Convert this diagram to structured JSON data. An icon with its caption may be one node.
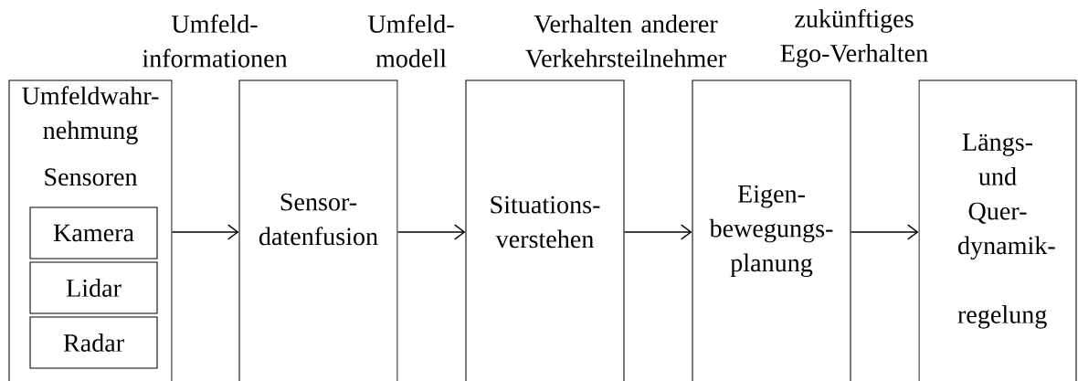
{
  "diagram": {
    "nodes": [
      {
        "text": [
          "Umfeldwahr- nehmung",
          "Sensoren"
        ]
      },
      {
        "text": [
          "Kamera"
        ],
        "in": 0
      },
      {
        "text": [
          "Lidar"
        ],
        "in": 0
      },
      {
        "text": [
          "Radar"
        ],
        "in": 0
      },
      {
        "text": [
          "Sensor- datenfusion"
        ]
      },
      {
        "text": [
          "Situations- verstehen"
        ]
      },
      {
        "text": [
          "Eigen- bewegungs- planung"
        ]
      },
      {
        "text": [
          "Längs- und Quer- dynamik- regelung"
        ]
      }
    ],
    "edges": [
      {
        "from": 0,
        "to": 4,
        "arrow": "to"
      },
      {
        "from": 4,
        "to": 5,
        "arrow": "to"
      },
      {
        "from": 5,
        "to": 6,
        "arrow": "to"
      },
      {
        "from": 6,
        "to": 7,
        "arrow": "to"
      }
    ],
    "labels": [
      "Umfeld- informationen",
      "Umfeld- modell",
      "Verhalten anderer Verkehrsteilnehmer",
      "zukünftiges Ego-Verhalten"
    ]
  }
}
